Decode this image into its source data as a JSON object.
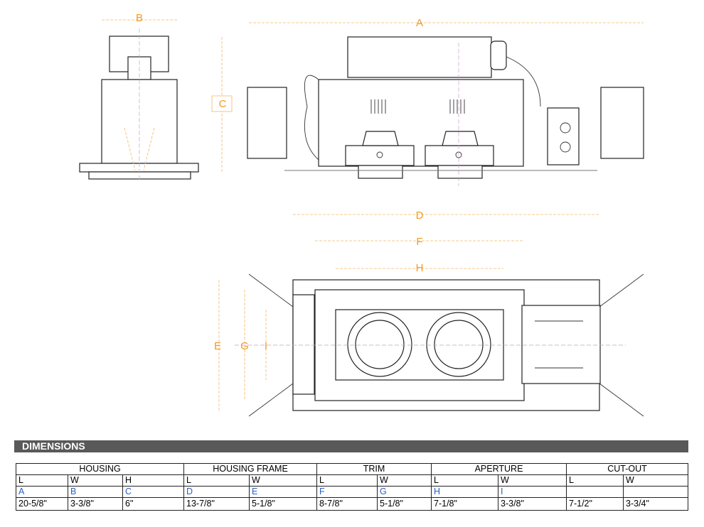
{
  "drawing_labels": {
    "A": "A",
    "B": "B",
    "C": "C",
    "D": "D",
    "E": "E",
    "F": "F",
    "G": "G",
    "H": "H",
    "I": "I"
  },
  "section_title": "DIMENSIONS",
  "table": {
    "groups": [
      "HOUSING",
      "HOUSING FRAME",
      "TRIM",
      "APERTURE",
      "CUT-OUT"
    ],
    "subheaders": [
      "L",
      "W",
      "H",
      "L",
      "W",
      "L",
      "W",
      "L",
      "W",
      "L",
      "W"
    ],
    "letters": [
      "A",
      "B",
      "C",
      "D",
      "E",
      "F",
      "G",
      "H",
      "I",
      "",
      ""
    ],
    "values": [
      "20-5/8\"",
      "3-3/8\"",
      "6\"",
      "13-7/8\"",
      "5-1/8\"",
      "8-7/8\"",
      "5-1/8\"",
      "7-1/8\"",
      "3-3/8\"",
      "7-1/2\"",
      "3-3/4\""
    ]
  },
  "colors": {
    "dimension": "#f39a1e",
    "letters": "#2a5fc4",
    "bar": "#595959"
  }
}
